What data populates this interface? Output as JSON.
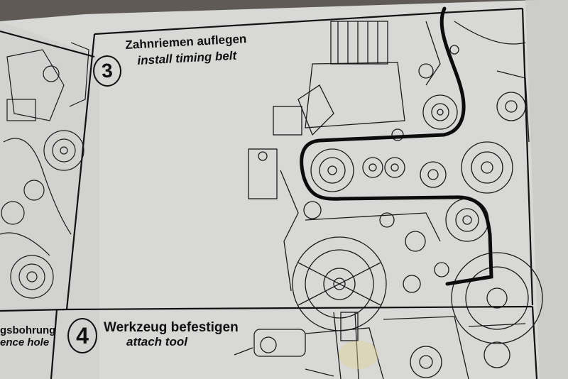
{
  "step3": {
    "number": "3",
    "title_de": "Zahnriemen auflegen",
    "title_en": "install timing belt"
  },
  "step4": {
    "number": "4",
    "title_de": "Werkzeug befestigen",
    "title_en": "attach tool"
  },
  "left_fragment": {
    "line1": "gsbohrung",
    "line2": "ence hole"
  },
  "colors": {
    "paper": "#dcdcda",
    "ink": "#111111",
    "background": "#6f6a63"
  }
}
